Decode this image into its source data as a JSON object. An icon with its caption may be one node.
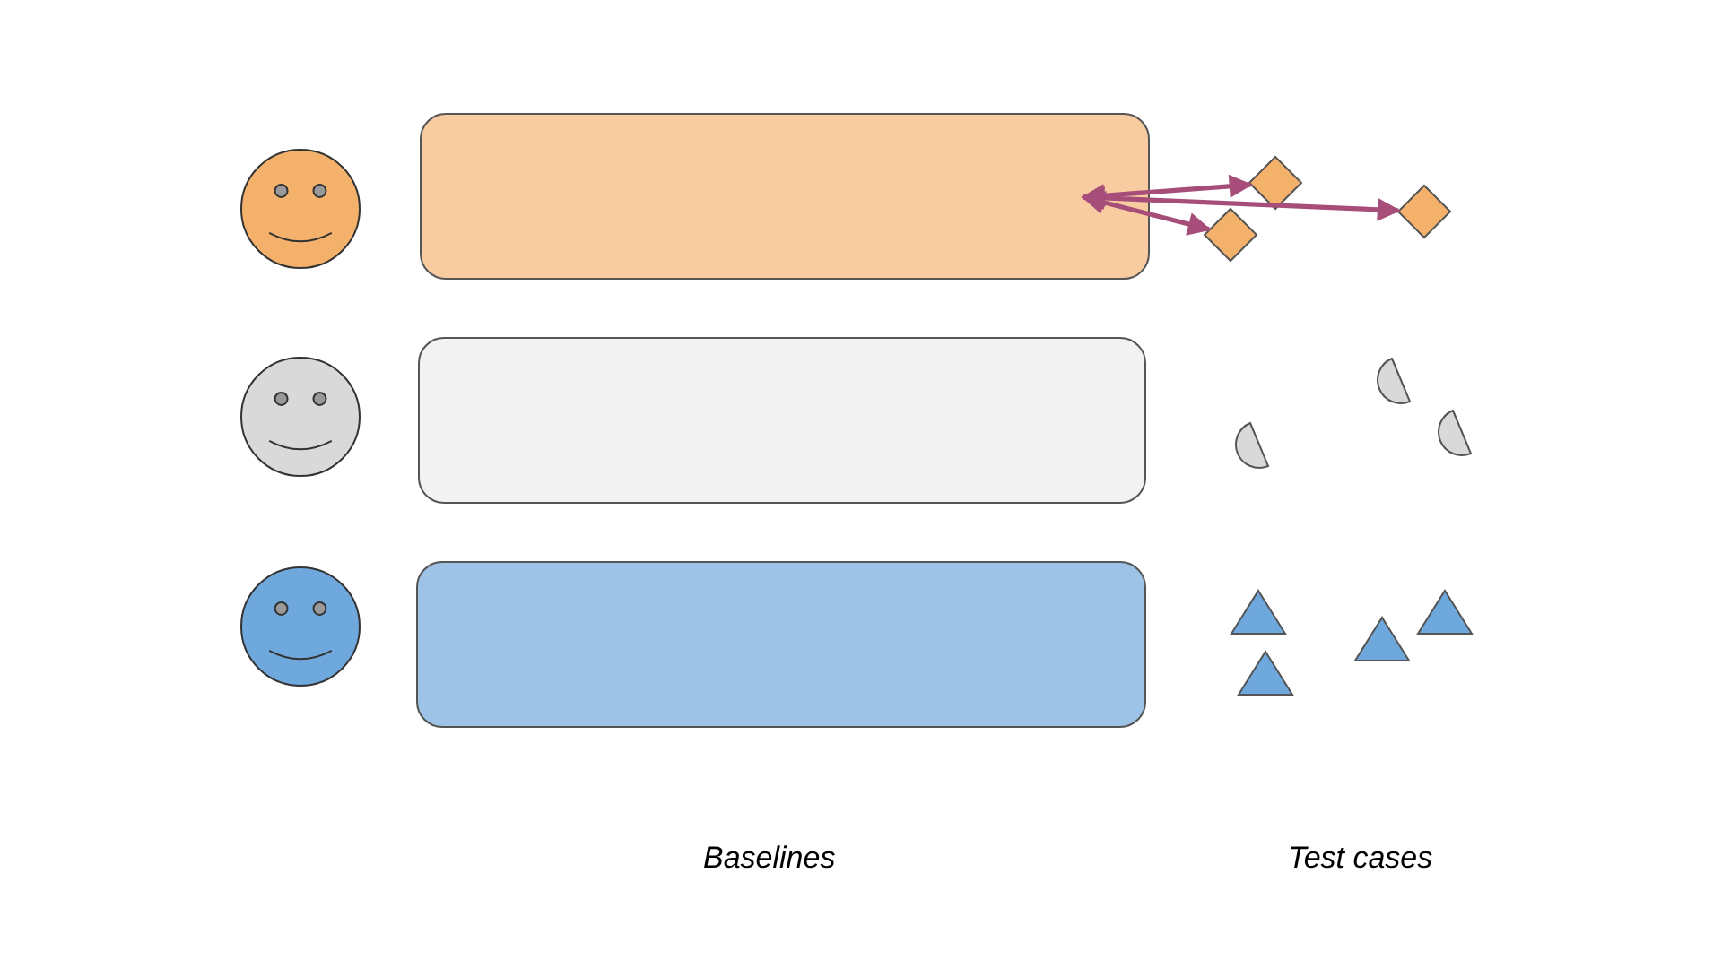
{
  "diagram": {
    "nodes": [
      {
        "text": [],
        "shape": "smiley"
      },
      {
        "text": [],
        "shape": "box"
      },
      {
        "text": [],
        "shape": "diamond"
      },
      {
        "text": [],
        "shape": "diamond"
      },
      {
        "text": [],
        "shape": "diamond"
      },
      {
        "text": [],
        "shape": "smiley"
      },
      {
        "text": [],
        "shape": "box"
      },
      {
        "text": [],
        "shape": "semicircle"
      },
      {
        "text": [],
        "shape": "semicircle"
      },
      {
        "text": [],
        "shape": "semicircle"
      },
      {
        "text": [],
        "shape": "smiley"
      },
      {
        "text": [],
        "shape": "box"
      },
      {
        "text": [],
        "shape": "triangle"
      },
      {
        "text": [],
        "shape": "triangle"
      },
      {
        "text": [],
        "shape": "triangle"
      },
      {
        "text": [],
        "shape": "triangle"
      }
    ],
    "edges": [
      {
        "from": 1,
        "to": 2,
        "arrow": "both"
      },
      {
        "from": 1,
        "to": 3,
        "arrow": "both"
      },
      {
        "from": 1,
        "to": 4,
        "arrow": "both"
      }
    ],
    "labels": [
      "Baselines",
      "Test cases"
    ]
  }
}
